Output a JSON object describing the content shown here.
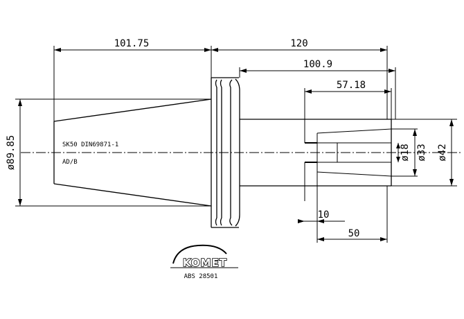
{
  "dimensions": {
    "taper_length": "101.75",
    "overall_length": "120",
    "body_length": "100.9",
    "bore_depth": "57.18",
    "flange_diameter": "ø89.85",
    "bore_d18": "ø18",
    "bore_d33": "ø33",
    "body_d42": "ø42",
    "depth_10": "10",
    "depth_50": "50"
  },
  "notes": {
    "standard": "SK50 DIN69871-1",
    "form": "AD/B"
  },
  "logo": {
    "brand": "KOMET",
    "article_no": "ABS 28501"
  }
}
